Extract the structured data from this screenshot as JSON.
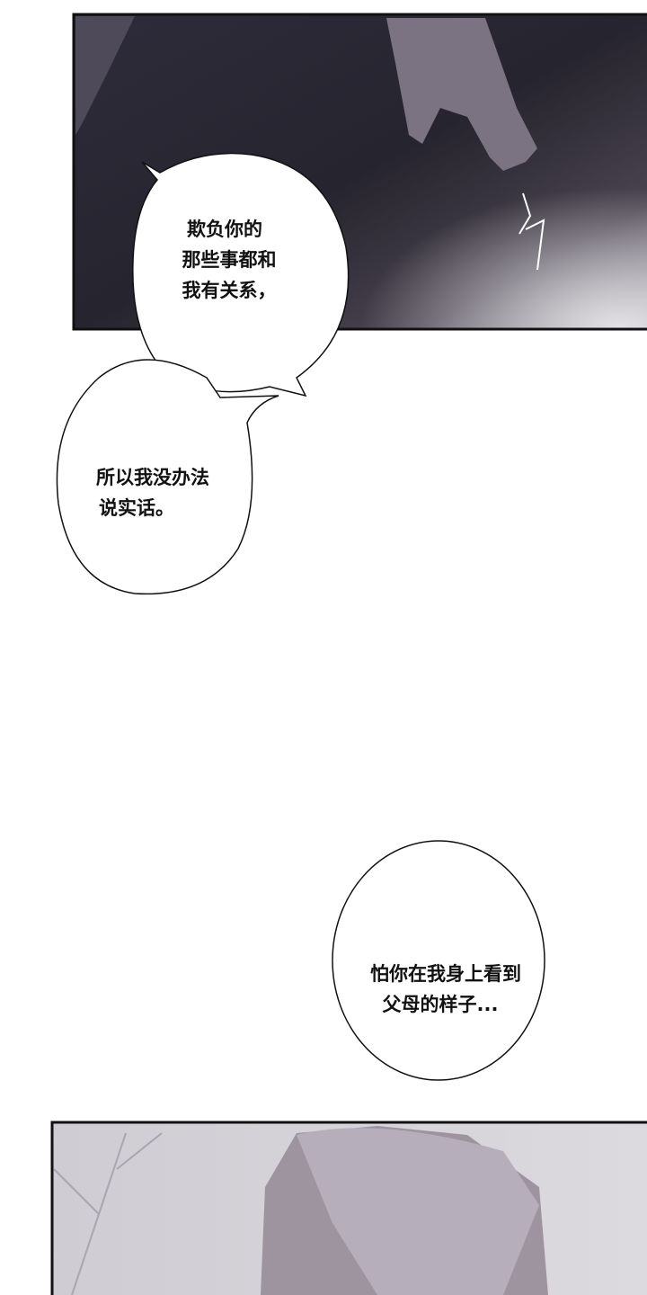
{
  "comic": {
    "panels": [
      {
        "name": "hand-panel",
        "sfx": "sfx-swish"
      },
      {
        "name": "face-panel"
      }
    ],
    "bubbles": [
      {
        "lines": [
          "欺负你的",
          "那些事都和",
          "我有关系，"
        ]
      },
      {
        "lines": [
          "所以我没办法",
          "说实话。"
        ]
      },
      {
        "lines": [
          "怕你在我身上看到",
          "父母的样子..."
        ]
      }
    ],
    "colors": {
      "panel_dark": "#2a2833",
      "panel_light": "#c9c5cf",
      "ink": "#111111"
    }
  }
}
